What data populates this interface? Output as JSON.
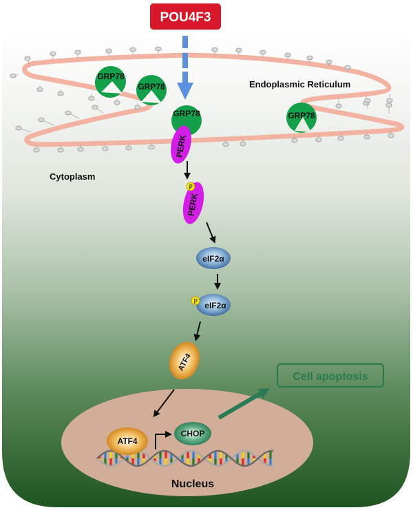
{
  "title": "POU4F3",
  "compartments": {
    "er": "Endoplasmic Reticulum",
    "cytoplasm": "Cytoplasm",
    "nucleus": "Nucleus"
  },
  "proteins": {
    "grp78_1": "GRP78",
    "grp78_2": "GRP78",
    "grp78_3": "GRP78",
    "grp78_4": "GRP78",
    "perk": "PERK",
    "perk_p": "PERK",
    "eif2a": "eIF2α",
    "eif2a_p": "eIF2α",
    "atf4": "ATF4",
    "atf4_nuc": "ATF4",
    "chop": "CHOP",
    "phospho": "P"
  },
  "outcome": "Cell apoptosis",
  "colors": {
    "title_bg": "#d7182a",
    "er_membrane": "#f2b3a3",
    "grp78": "#14a04a",
    "perk": "#d21ee6",
    "eif2a": "#5a8fc4",
    "atf4": "#e08a10",
    "chop": "#2d8a5e",
    "phospho": "#f6e61a",
    "outcome": "#2a7a50",
    "nucleus": "#d2ad98",
    "arrow_blue": "#5b8fe0"
  }
}
